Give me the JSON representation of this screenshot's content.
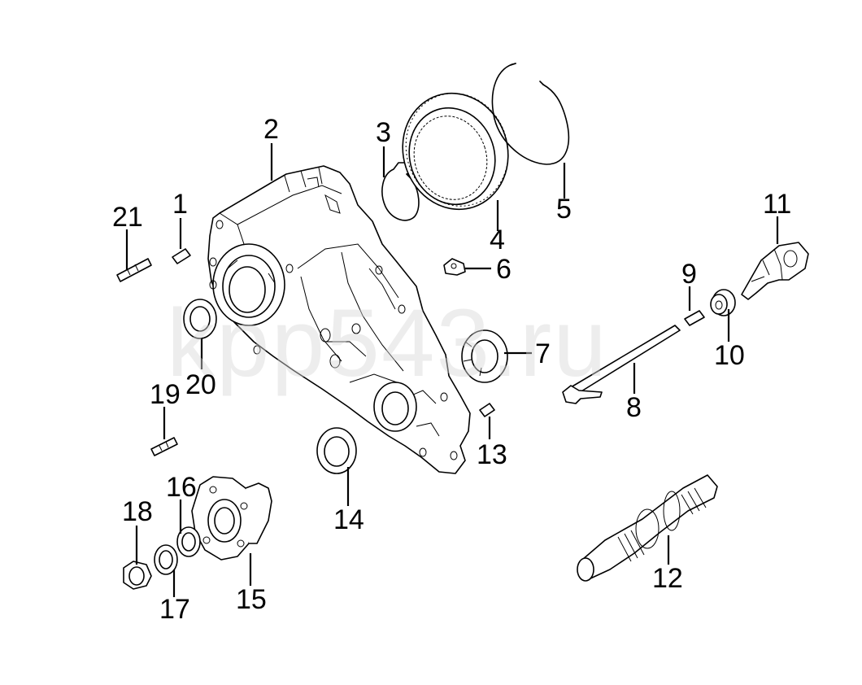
{
  "diagram": {
    "watermark": "kpp543.ru",
    "callouts": {
      "c1": "1",
      "c2": "2",
      "c3": "3",
      "c4": "4",
      "c5": "5",
      "c6": "6",
      "c7": "7",
      "c8": "8",
      "c9": "9",
      "c10": "10",
      "c11": "11",
      "c12": "12",
      "c13": "13",
      "c14": "14",
      "c15": "15",
      "c16": "16",
      "c17": "17",
      "c18": "18",
      "c19": "19",
      "c20": "20",
      "c21": "21"
    }
  }
}
